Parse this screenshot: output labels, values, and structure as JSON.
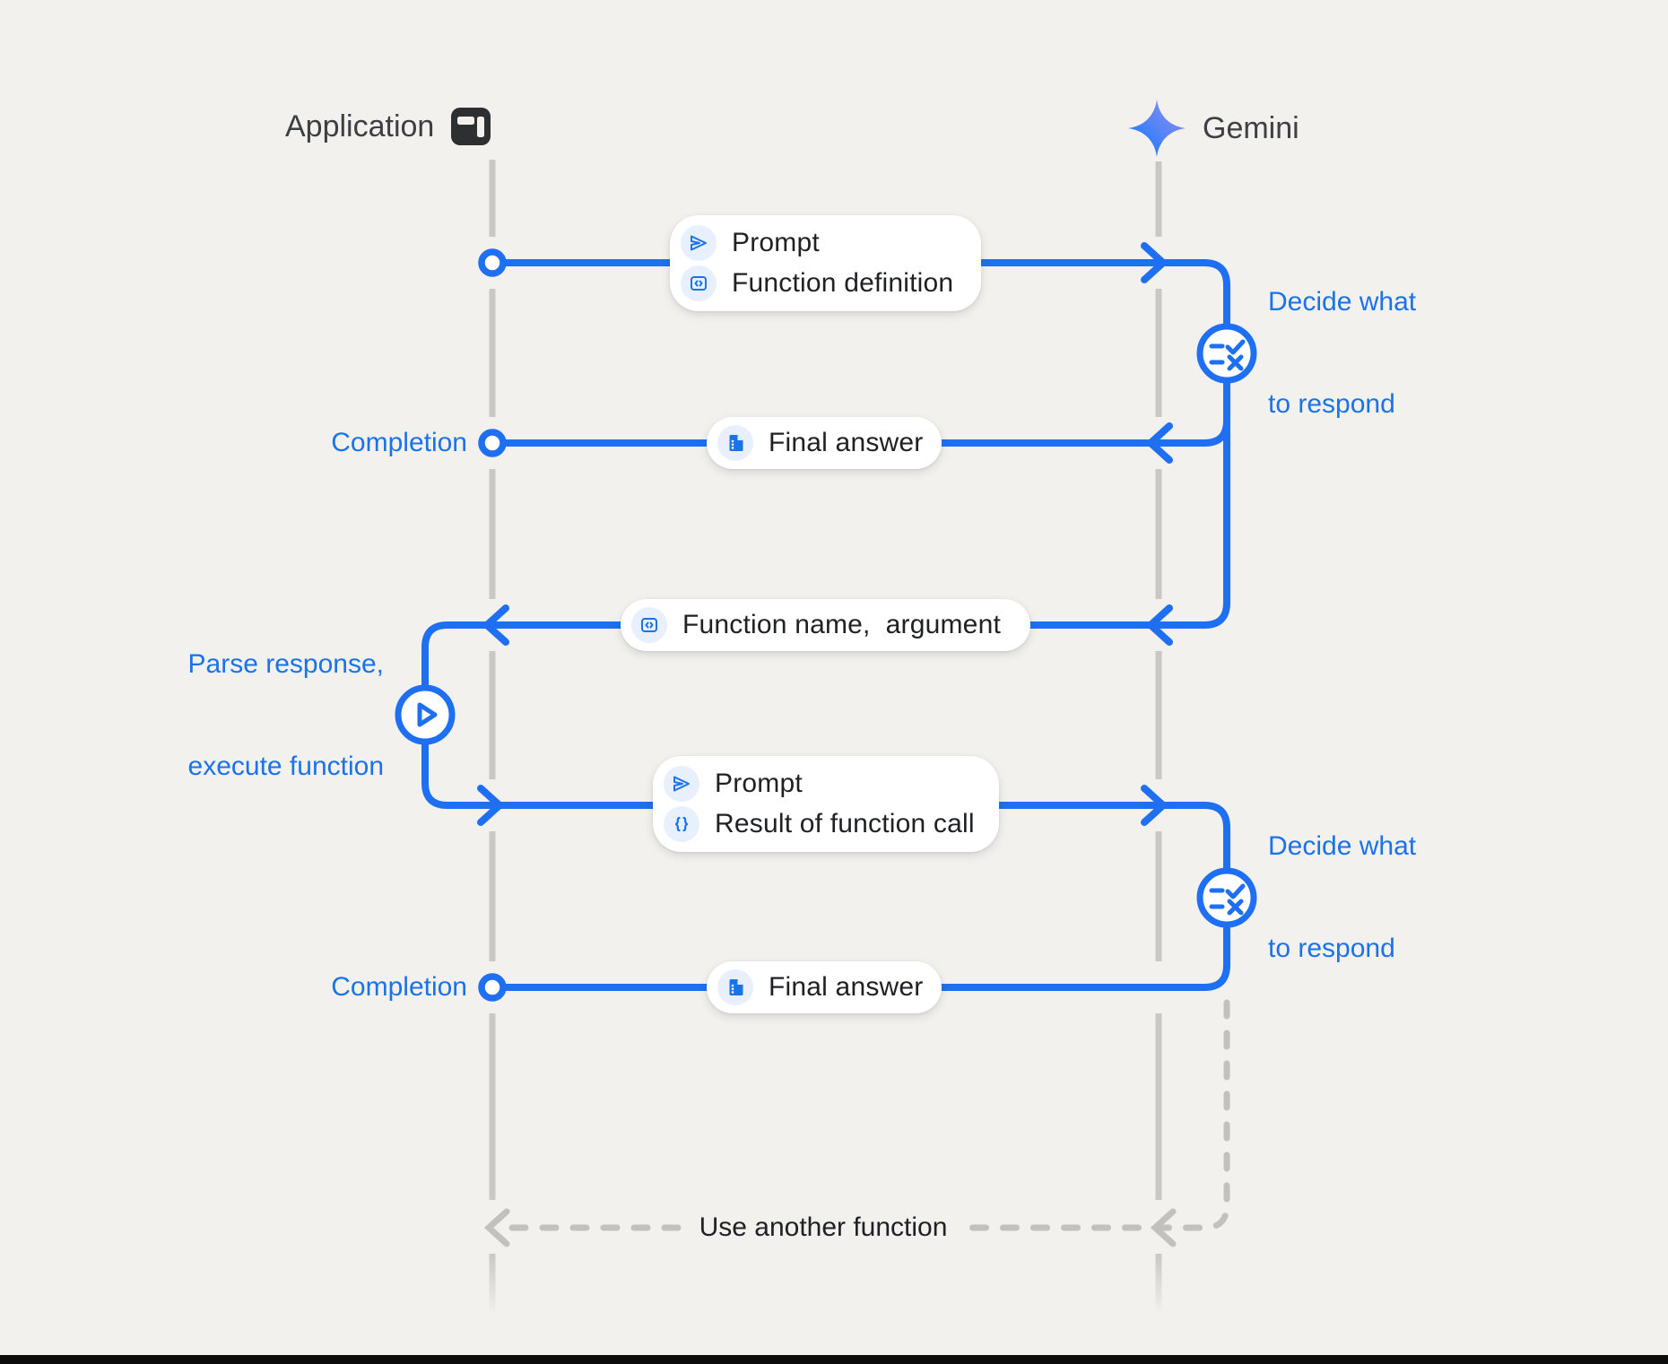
{
  "header": {
    "application_label": "Application",
    "gemini_label": "Gemini"
  },
  "pills": {
    "prompt1": {
      "rows": [
        {
          "icon": "send-icon",
          "label": "Prompt"
        },
        {
          "icon": "code-icon",
          "label": "Function definition"
        }
      ]
    },
    "final_answer1": {
      "rows": [
        {
          "icon": "document-icon",
          "label": "Final answer"
        }
      ]
    },
    "function_name": {
      "rows": [
        {
          "icon": "code-icon",
          "label": "Function name,  argument"
        }
      ]
    },
    "prompt2": {
      "rows": [
        {
          "icon": "send-icon",
          "label": "Prompt"
        },
        {
          "icon": "braces-icon",
          "label": "Result of function call"
        }
      ]
    },
    "final_answer2": {
      "rows": [
        {
          "icon": "document-icon",
          "label": "Final answer"
        }
      ]
    }
  },
  "labels": {
    "completion1": "Completion",
    "completion2": "Completion",
    "decide1": {
      "line1": "Decide what",
      "line2": "to respond"
    },
    "decide2": {
      "line1": "Decide what",
      "line2": "to respond"
    },
    "parse": {
      "line1": "Parse response,",
      "line2": "execute function"
    },
    "use_another_function": "Use another function"
  },
  "icons": {
    "application_icon": "browser-window-icon",
    "gemini_icon": "gemini-star-icon",
    "decide_icon": "rule-checklist-icon",
    "parse_icon": "play-icon"
  },
  "colors": {
    "background": "#f2f1ed",
    "line_blue": "#1e6ff2",
    "label_blue": "#1a73e8",
    "icon_chip_bg": "#e8f0fe",
    "pill_text": "#202124",
    "header_text": "#3c4043",
    "lifeline_gray": "#c9c8c4",
    "dashed_gray": "#c2c1bd",
    "star_gradient_start": "#217bfe",
    "star_gradient_end": "#9e8cfc"
  }
}
